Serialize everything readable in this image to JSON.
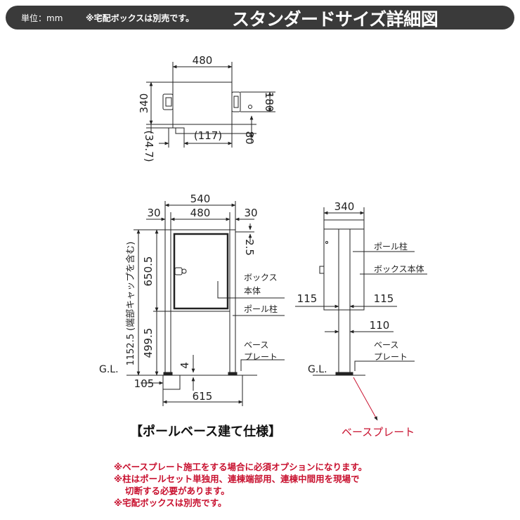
{
  "header": {
    "unit": "単位：mm",
    "note": "※宅配ボックスは別売です。",
    "title": "スタンダードサイズ詳細図"
  },
  "top_view": {
    "width": "480",
    "height": "340",
    "right_height": "180",
    "offset": "(117)",
    "below": "80",
    "left_small": "(34.7)"
  },
  "front_view": {
    "overall_width": "540",
    "inner_width": "480",
    "left_margin": "30",
    "right_margin": "30",
    "top_gap": "2.5",
    "box_height": "650.5",
    "lower_height": "499.5",
    "total_height": "1152.5 (端部キャップを含む)",
    "base_gap": "4",
    "base_offset": "105",
    "base_width": "615",
    "gl": "G.L.",
    "label_box_body": "ボックス\n本体",
    "label_pole": "ポール柱",
    "label_base_plate": "ベース\nプレート"
  },
  "side_view": {
    "depth": "340",
    "left_offset": "115",
    "right_offset": "115",
    "pole_width": "110",
    "gl": "G.L.",
    "label_pole": "ポール柱",
    "label_box_body": "ボックス本体",
    "label_base_plate": "ベース\nプレート"
  },
  "caption": "【ポールベース建て仕様】",
  "base_plate_callout": "ベースプレート",
  "notes": [
    "※ベースプレート施工をする場合に必須オプションになります。",
    "※柱はポールセット単独用、連棟端部用、連棟中間用を現場で",
    "切断する必要があります。",
    "※宅配ボックスは別売です。"
  ],
  "colors": {
    "header_bg": "#3a3a3a",
    "note_red": "#c8102e",
    "line": "#222222"
  }
}
